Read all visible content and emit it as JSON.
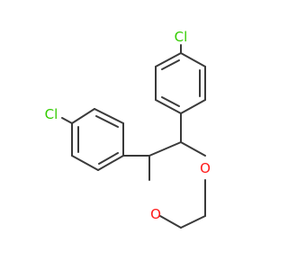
{
  "molecule": {
    "atoms": [
      {
        "id": "cl_top",
        "symbol": "Cl",
        "color": "#33cc00"
      },
      {
        "id": "cl_left",
        "symbol": "Cl",
        "color": "#33cc00"
      },
      {
        "id": "o_right",
        "symbol": "O",
        "color": "#ff1a1a"
      },
      {
        "id": "o_bottom",
        "symbol": "O",
        "color": "#ff1a1a"
      }
    ],
    "bond_color": "#3a3a3a"
  }
}
